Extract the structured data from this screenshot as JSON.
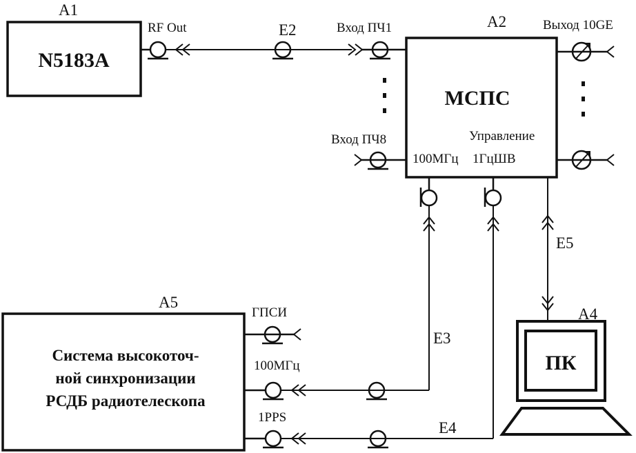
{
  "blocks": {
    "a1": {
      "ref": "A1",
      "name": "N5183A"
    },
    "a2": {
      "ref": "A2",
      "name": "МСПС"
    },
    "a4": {
      "ref": "A4",
      "name": "ПК"
    },
    "a5": {
      "ref": "A5",
      "name_lines": [
        "Система высокоточ-",
        "ной синхронизации",
        "РСДБ радиотелескопа"
      ]
    }
  },
  "connectors": {
    "rf_out": "RF Out",
    "input_if1": "Вход ПЧ1",
    "input_if8": "Вход ПЧ8",
    "output_10ge": "Выход 10GE",
    "control": "Управление",
    "a2_100mhz": "100МГц",
    "a2_1hz": "1ГцШВ",
    "a5_gpsi": "ГПСИ",
    "a5_100mhz": "100МГц",
    "a5_1pps": "1PPS"
  },
  "cables": {
    "e2": "E2",
    "e3": "E3",
    "e4": "E4",
    "e5": "E5"
  }
}
